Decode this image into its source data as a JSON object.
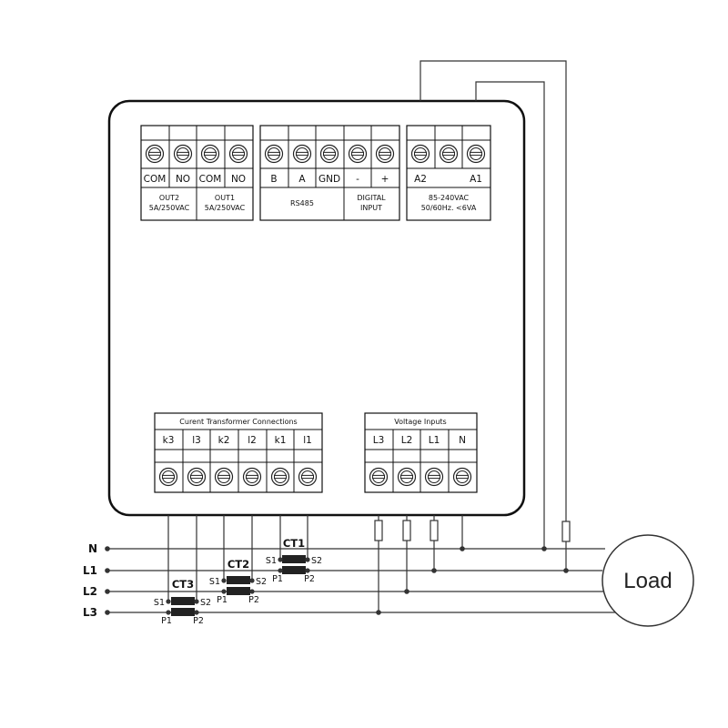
{
  "relay_block": {
    "terminals": [
      "COM",
      "NO",
      "COM",
      "NO"
    ],
    "out2_name": "OUT2",
    "out2_rating": "5A/250VAC",
    "out1_name": "OUT1",
    "out1_rating": "5A/250VAC"
  },
  "comm_block": {
    "terminals": [
      "B",
      "A",
      "GND",
      "-",
      "+"
    ],
    "rs485_label": "RS485",
    "digital_input_line1": "DIGITAL",
    "digital_input_line2": "INPUT"
  },
  "power_block": {
    "terminals": [
      "A2",
      "A1"
    ],
    "voltage": "85-240VAC",
    "frequency": "50/60Hz. <6VA"
  },
  "ct_block": {
    "title": "Curent Transformer Connections",
    "terminals": [
      "k3",
      "l3",
      "k2",
      "l2",
      "k1",
      "l1"
    ]
  },
  "voltage_block": {
    "title": "Voltage Inputs",
    "terminals": [
      "L3",
      "L2",
      "L1",
      "N"
    ]
  },
  "lines": [
    "N",
    "L1",
    "L2",
    "L3"
  ],
  "cts": [
    {
      "name": "CT1",
      "s1": "S1",
      "s2": "S2",
      "p1": "P1",
      "p2": "P2"
    },
    {
      "name": "CT2",
      "s1": "S1",
      "s2": "S2",
      "p1": "P1",
      "p2": "P2"
    },
    {
      "name": "CT3",
      "s1": "S1",
      "s2": "S2",
      "p1": "P1",
      "p2": "P2"
    }
  ],
  "load_label": "Load"
}
